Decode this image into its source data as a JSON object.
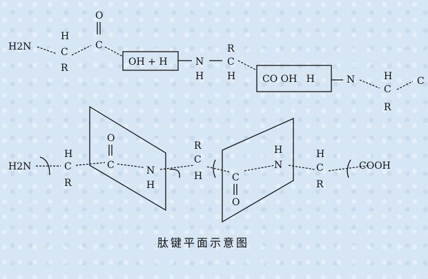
{
  "top_row": {
    "h2n": "H2N",
    "c1_h": "H",
    "c1": "C",
    "c1_r": "R",
    "o1": "O",
    "c2": "C",
    "box1": "OH + H",
    "n1": "N",
    "n1_h": "H",
    "c3_r": "R",
    "c3": "C",
    "c3_h": "H",
    "box2": "CO OH   H",
    "n2": "N",
    "c4_h": "H",
    "c4": "C",
    "c4_r": "R",
    "c5": "C"
  },
  "bottom_row": {
    "h2n": "H2N",
    "c1_h": "H",
    "c1": "C",
    "c1_r": "R",
    "o1": "O",
    "c2": "C",
    "n1": "N",
    "n1_h": "H",
    "c3_r": "R",
    "c3": "C",
    "c3_h": "H",
    "c4": "C",
    "o2": "O",
    "n2_h": "H",
    "n2": "N",
    "c5_h": "H",
    "c5": "C",
    "c5_r": "R",
    "cooh": "COOH"
  },
  "caption": "肽键平面示意图"
}
